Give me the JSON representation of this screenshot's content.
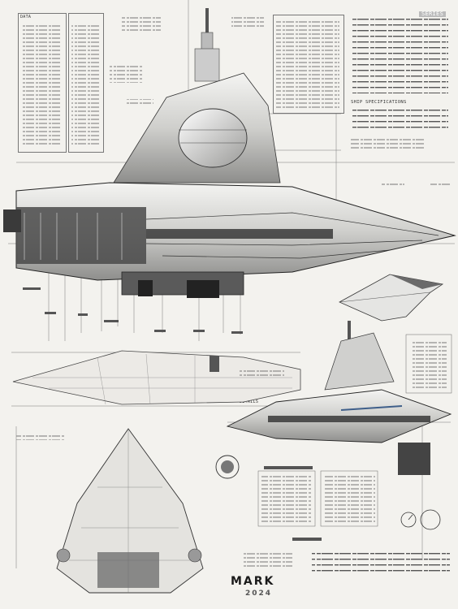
{
  "corner_label": "SERIES",
  "blueprint": {
    "left_table_title": "DATA",
    "right_text_header": "SHIP SPECIFICATIONS",
    "mid_caption": "DETAILS",
    "bottom_label": "MARK",
    "signature_text": "2024"
  },
  "colors": {
    "paper": "#f3f2ee",
    "ink": "#2a2a2a",
    "hull": "#d9d8d4",
    "shadow": "#3a3a3a",
    "accent_blue": "#3f5f8a"
  },
  "icons": [
    "starship-side-view",
    "starship-top-view",
    "starship-front-view",
    "wing-detail",
    "round-emblem",
    "gauge-icon"
  ]
}
